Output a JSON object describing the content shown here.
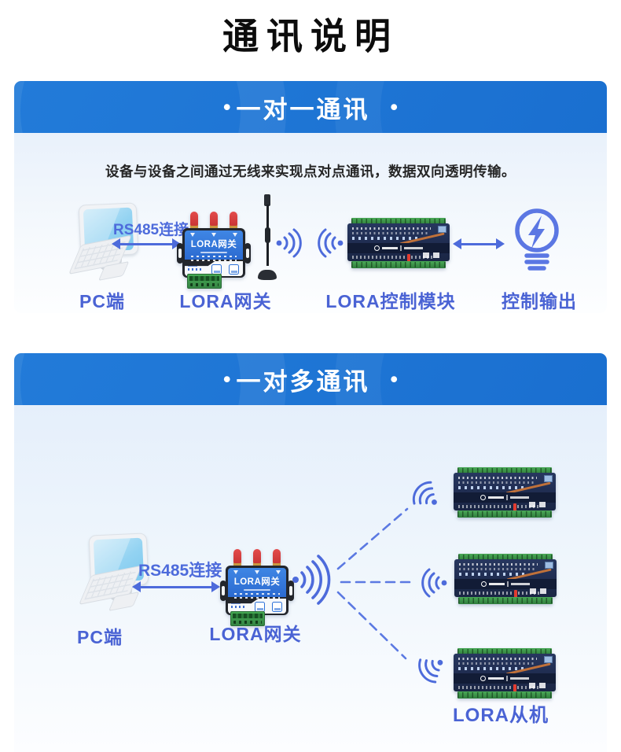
{
  "page": {
    "title": "通讯说明"
  },
  "colors": {
    "header_blue": "#1a73d3",
    "accent_blue": "#4d6bdb",
    "label_blue": "#4a63d4",
    "gateway_panel_blue": "#2e72d8",
    "module_navy": "#1f2c50",
    "terminal_green": "#3da04b",
    "antenna_red": "#d63434",
    "bulb_blue": "#5b77e3"
  },
  "icons": {
    "wireless": "wifi-signal-arcs",
    "output": "lightbulb-lightning",
    "pc": "desktop-monitor-keyboard",
    "link": "double-headed-arrow"
  },
  "sections": [
    {
      "heading": "一对一通讯",
      "bullet": "•",
      "description": "设备与设备之间通过无线来实现点对点通讯，数据双向透明传输。",
      "connection_label": "RS485连接",
      "device_gateway_text": "LORA网关",
      "labels": {
        "pc": "PC端",
        "gateway": "LORA网关",
        "module": "LORA控制模块",
        "output": "控制输出"
      }
    },
    {
      "heading": "一对多通讯",
      "bullet": "•",
      "connection_label": "RS485连接",
      "device_gateway_text": "LORA网关",
      "labels": {
        "pc": "PC端",
        "gateway": "LORA网关",
        "slaves": "LORA从机"
      }
    }
  ]
}
